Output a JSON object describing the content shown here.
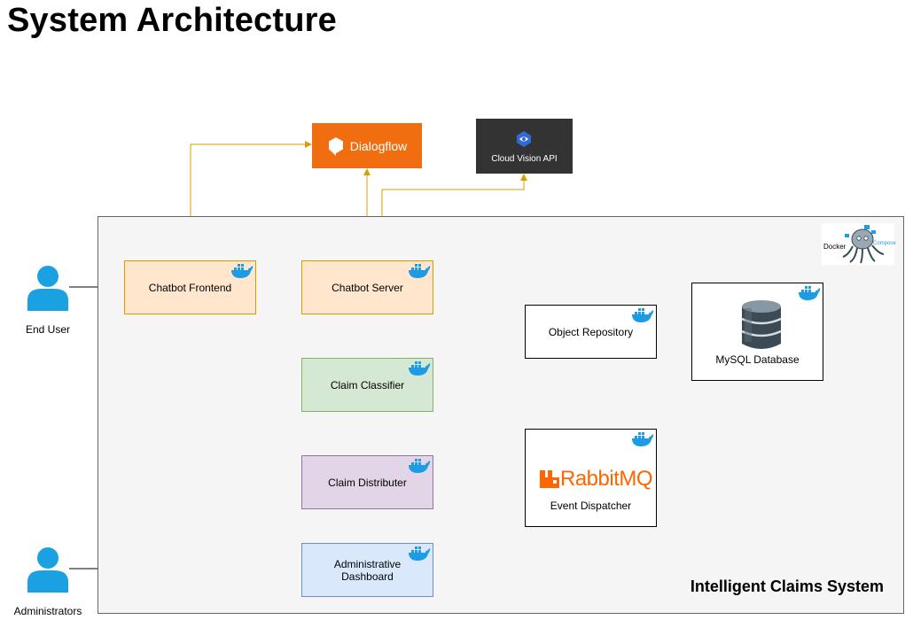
{
  "title": "System Architecture",
  "system_label": "Intelligent Claims System",
  "actors": {
    "end_user": "End User",
    "administrators": "Administrators"
  },
  "external": {
    "dialogflow": "Dialogflow",
    "cloud_vision": "Cloud Vision API"
  },
  "compose": {
    "word": "Docker",
    "sub": "Compose"
  },
  "components": {
    "chatbot_frontend": "Chatbot Frontend",
    "chatbot_server": "Chatbot Server",
    "claim_classifier": "Claim Classifier",
    "claim_distributer": "Claim Distributer",
    "admin_dashboard_line1": "Administrative",
    "admin_dashboard_line2": "Dashboard",
    "object_repository": "Object Repository",
    "mysql_database": "MySQL Database",
    "rabbitmq_brand": "RabbitMQ",
    "event_dispatcher": "Event Dispatcher"
  },
  "colors": {
    "orange_line": "#d6a100",
    "green_line": "#82b366",
    "purple_line": "#9673a6",
    "blue_line": "#6c8ebf",
    "black_line": "#000000",
    "gray_line": "#555555",
    "dialogflow": "#f06e0f",
    "docker_blue": "#1d9ce5",
    "rabbit_orange": "#ff6600"
  }
}
